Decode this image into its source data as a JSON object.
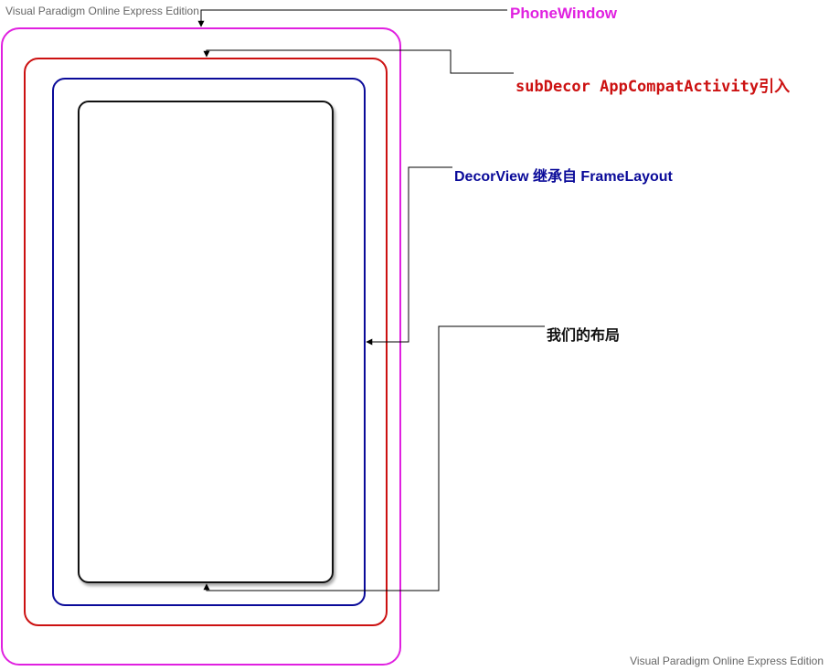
{
  "watermarks": {
    "top": "Visual Paradigm Online Express Edition",
    "bottom": "Visual Paradigm Online Express Edition"
  },
  "labels": {
    "phonewindow": "PhoneWindow",
    "subdecor_code": "subDecor AppCompatActivity",
    "subdecor_suffix": "引入",
    "decorview": "DecorView 继承自 FrameLayout",
    "layout": "我们的布局"
  },
  "colors": {
    "phonewindow": "#e020e0",
    "subdecor": "#cc1111",
    "decorview": "#0a0a99",
    "layout": "#111111",
    "connector": "#000000"
  }
}
